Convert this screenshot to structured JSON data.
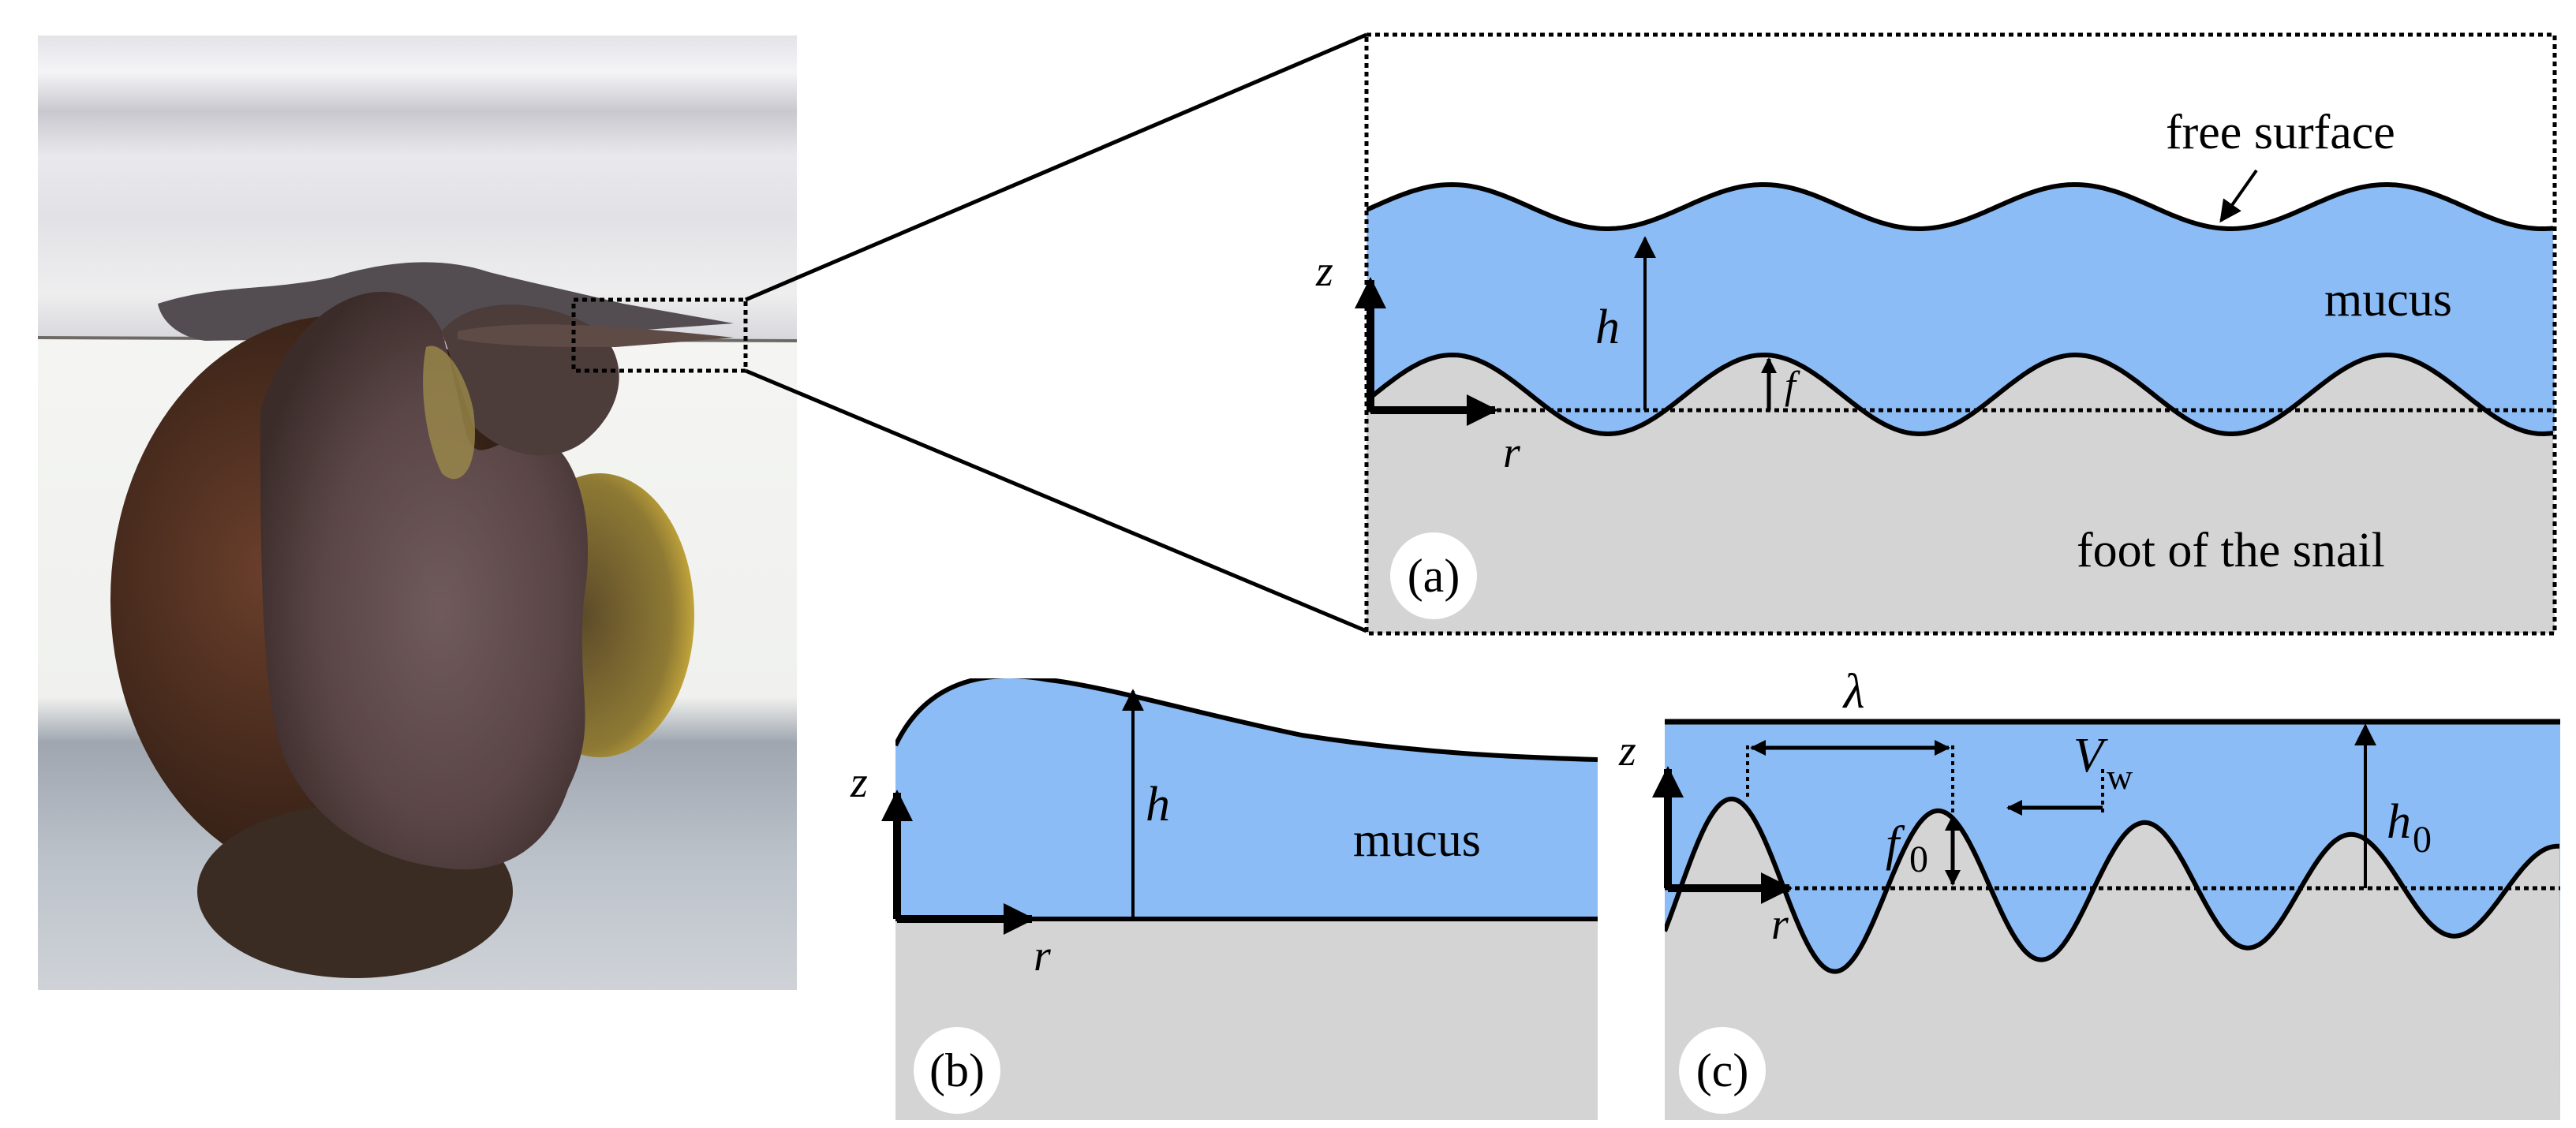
{
  "figure": {
    "photo": {
      "subject": "pond snail floating upside down at water surface",
      "inset_marker": "dotted-rectangle"
    },
    "panel_a": {
      "label": "(a)",
      "free_surface_label": "free surface",
      "mucus_label": "mucus",
      "foot_label": "foot of the snail",
      "axis_z": "z",
      "axis_r": "r",
      "height_symbol": "h",
      "deformation_symbol": "f"
    },
    "panel_b": {
      "label": "(b)",
      "mucus_label": "mucus",
      "axis_z": "z",
      "axis_r": "r",
      "height_symbol": "h"
    },
    "panel_c": {
      "label": "(c)",
      "axis_z": "z",
      "axis_r": "r",
      "wavelength_symbol": "λ",
      "amplitude_symbol": "f",
      "amplitude_sub": "0",
      "wave_speed_symbol": "V",
      "wave_speed_sub": "w",
      "thickness_symbol": "h",
      "thickness_sub": "0"
    },
    "colors": {
      "mucus": "#8bbcf5",
      "foot": "#d4d4d4",
      "line": "#000000",
      "label_bg": "#ffffff"
    }
  }
}
